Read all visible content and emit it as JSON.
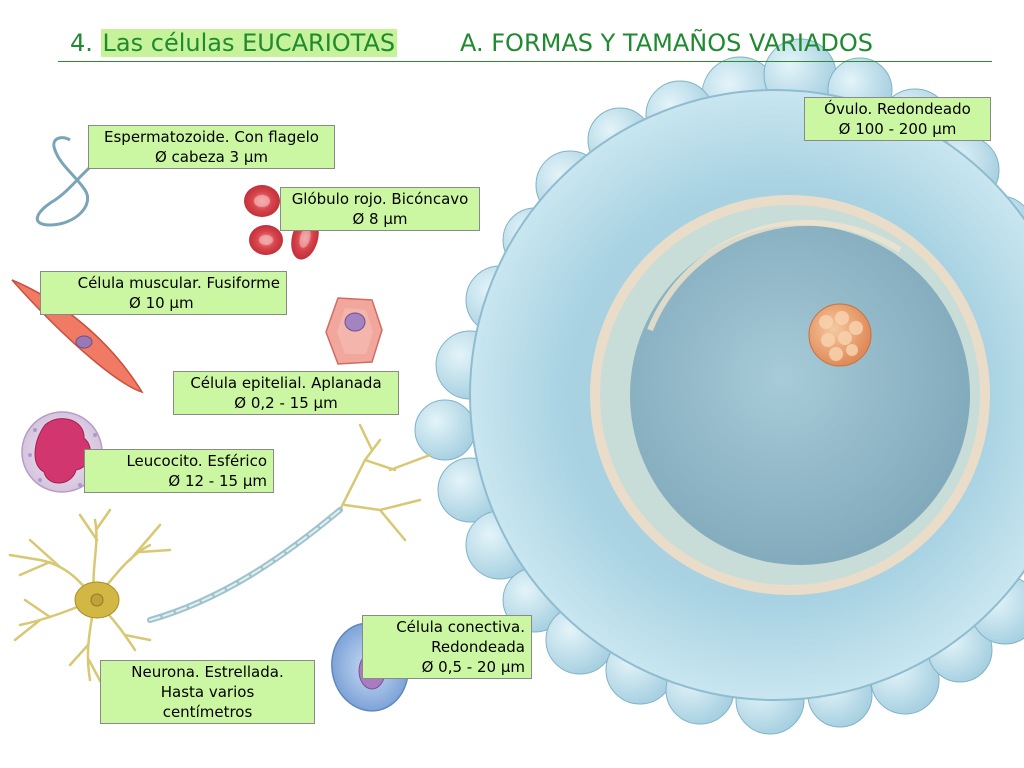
{
  "header": {
    "number": "4.",
    "title": "Las células EUCARIOTAS",
    "section": "A. FORMAS Y TAMAÑOS VARIADOS"
  },
  "cells": {
    "sperm": {
      "line1": "Espermatozoide. Con flagelo",
      "line2": "Ø cabeza 3 μm"
    },
    "red_blood": {
      "line1": "Glóbulo rojo. Bicóncavo",
      "line2": "Ø 8 μm"
    },
    "muscle": {
      "line1": "Célula muscular. Fusiforme",
      "line2": "Ø 10 μm"
    },
    "epithelial": {
      "line1": "Célula epitelial. Aplanada",
      "line2": "Ø 0,2 - 15 μm"
    },
    "leukocyte": {
      "line1": "Leucocito. Esférico",
      "line2": "Ø 12 - 15 μm"
    },
    "neuron": {
      "line1": "Neurona. Estrellada.",
      "line2": "Hasta varios",
      "line3": "centímetros"
    },
    "connective": {
      "line1": "Célula conectiva.",
      "line2": "Redondeada",
      "line3": "Ø 0,5 - 20 μm"
    },
    "ovum": {
      "line1": "Óvulo. Redondeado",
      "line2": "Ø 100 - 200 μm"
    }
  },
  "colors": {
    "title_green": "#1f8a2f",
    "label_fill": "#ccf7a2",
    "ovum_blue": "#a8d4e4"
  }
}
